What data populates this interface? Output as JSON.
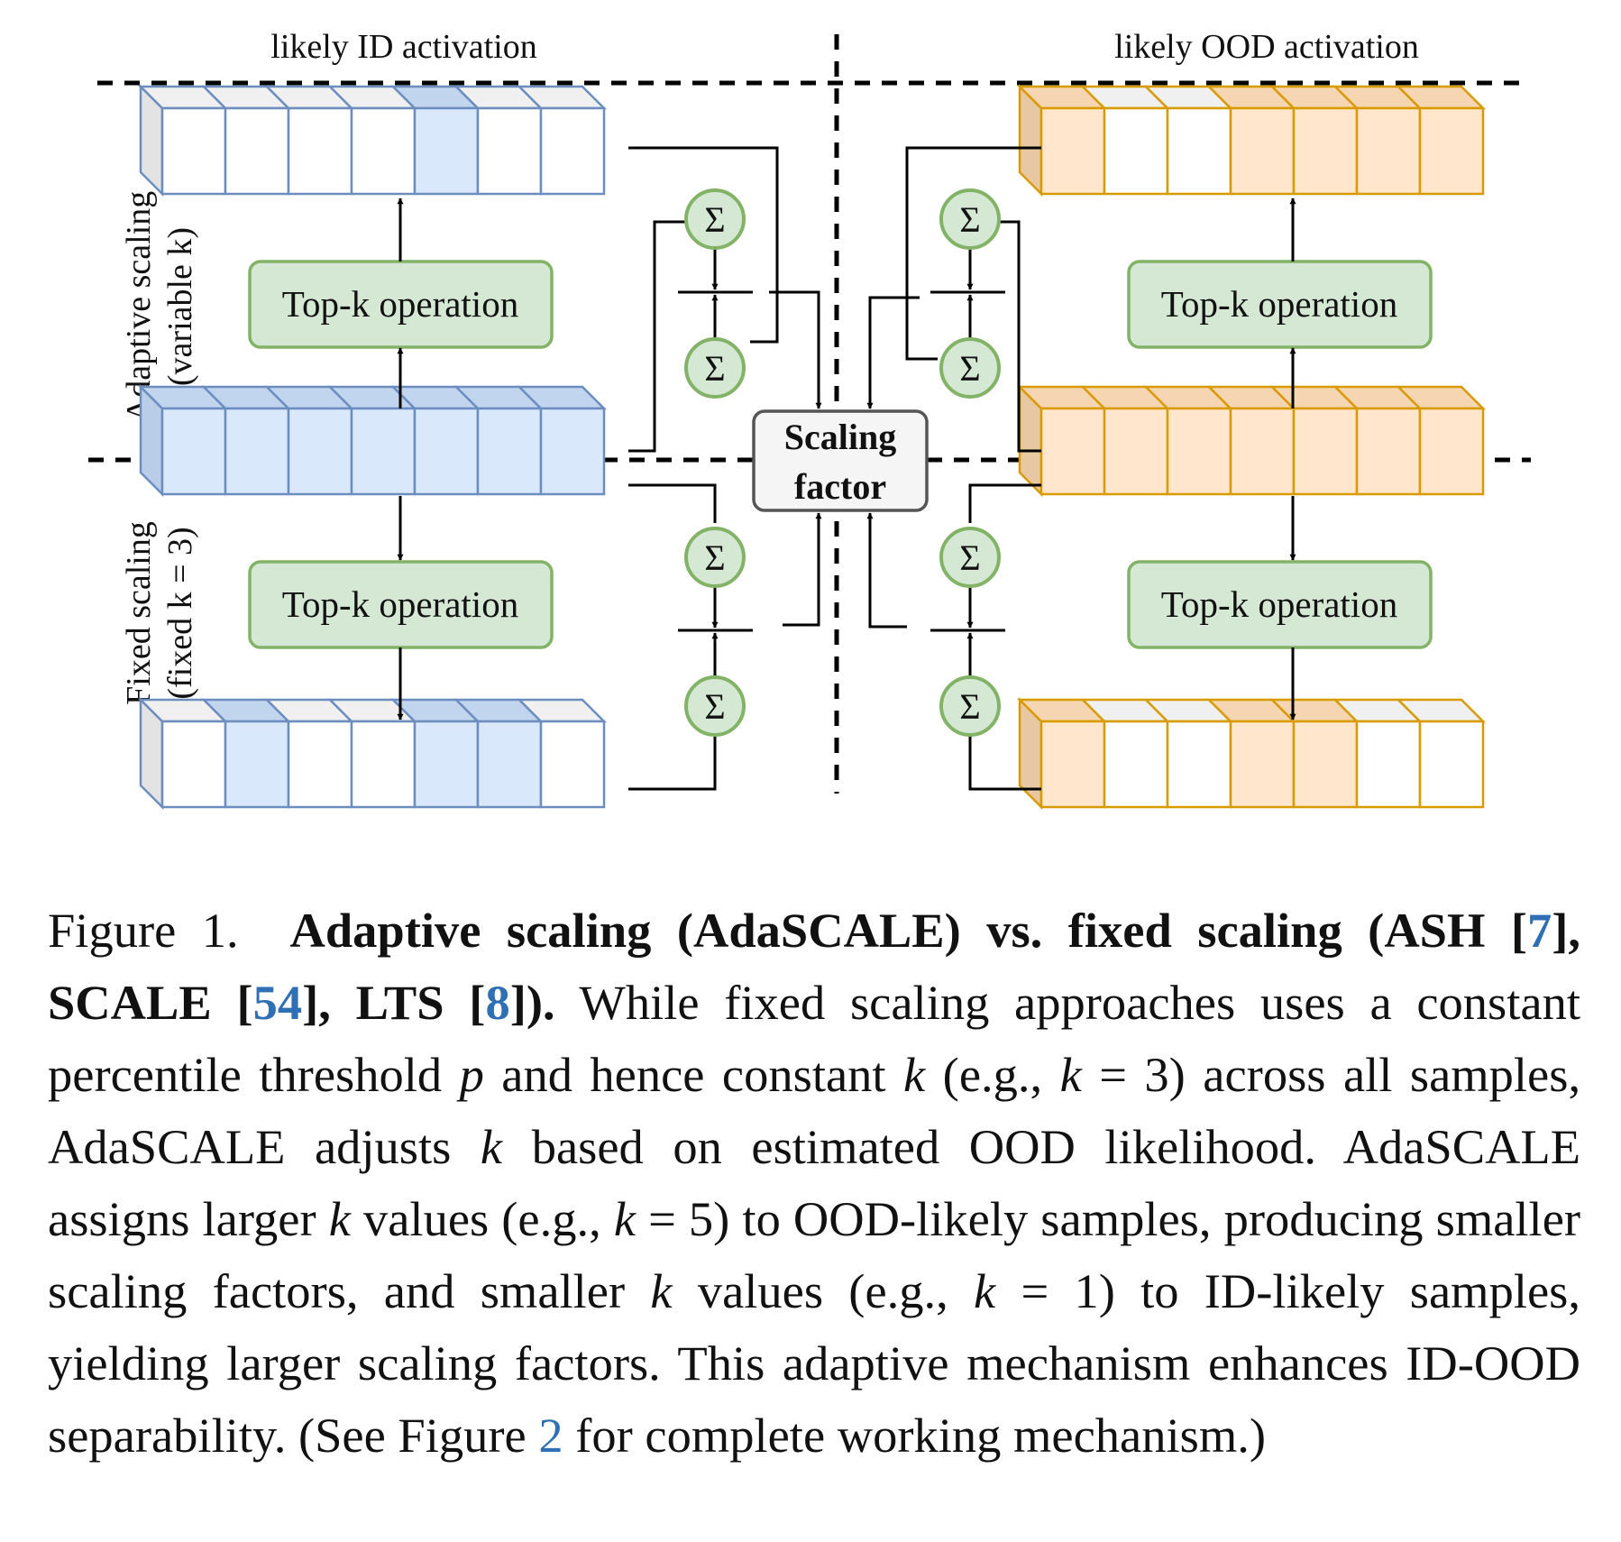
{
  "diagram": {
    "region_labels": {
      "id": "likely ID activation",
      "ood": "likely OOD activation"
    },
    "row_labels": {
      "adaptive_line1": "Adaptive scaling",
      "adaptive_line2": "(variable k)",
      "fixed_line1": "Fixed scaling",
      "fixed_line2": "(fixed k = 3)"
    },
    "op_label": "Top-k operation",
    "sum_symbol": "Σ",
    "scaling_line1": "Scaling",
    "scaling_line2": "factor",
    "colors": {
      "blue_fill": "#dae8fc",
      "blue_top": "#c2d5ef",
      "blue_side": "#b9cde9",
      "blue_stroke": "#6c8ebf",
      "orange_fill": "#ffe6cc",
      "orange_top": "#f6d5b2",
      "orange_side": "#e8c7a3",
      "orange_stroke": "#d79b00",
      "green_fill": "#d5e8d4",
      "green_stroke": "#82b366",
      "gray_top": "#f0f0f0",
      "gray_side": "#e3e3e3"
    },
    "highlight_patterns": {
      "id_top": [
        0,
        0,
        0,
        0,
        1,
        0,
        0
      ],
      "id_middle": [
        1,
        1,
        1,
        1,
        1,
        1,
        1
      ],
      "id_bottom": [
        0,
        1,
        0,
        0,
        1,
        1,
        0
      ],
      "ood_top": [
        1,
        0,
        0,
        1,
        1,
        1,
        1
      ],
      "ood_middle": [
        1,
        1,
        1,
        1,
        1,
        1,
        1
      ],
      "ood_bottom": [
        1,
        0,
        0,
        1,
        1,
        0,
        0
      ]
    }
  },
  "caption": {
    "fig_label": "Figure 1.",
    "bold_a": "Adaptive scaling (AdaSCALE) vs. fixed scaling (ASH [",
    "ref_1": "7",
    "bold_b": "], SCALE [",
    "ref_2": "54",
    "bold_c": "], LTS [",
    "ref_3": "8",
    "bold_d": "]).",
    "t1": "While fixed scaling approaches uses a constant percentile threshold",
    "p": "p",
    "t2": "and hence constant",
    "k": "k",
    "t3": "(e.g.,",
    "eq1": "= 3)",
    "t4": "across all samples, AdaSCALE adjusts",
    "t5": "based on estimated OOD likelihood. AdaSCALE assigns larger",
    "t6": "values (e.g.,",
    "eq2": "= 5)",
    "t7": "to OOD-likely samples, producing smaller scaling factors, and smaller",
    "t8": "values (e.g.,",
    "eq3": "= 1)",
    "t9": "to ID-likely samples, yielding larger scaling factors. This adaptive mechanism enhances ID-OOD separability. (See Figure",
    "ref_4": "2",
    "t10": "for complete working mechanism.)"
  }
}
